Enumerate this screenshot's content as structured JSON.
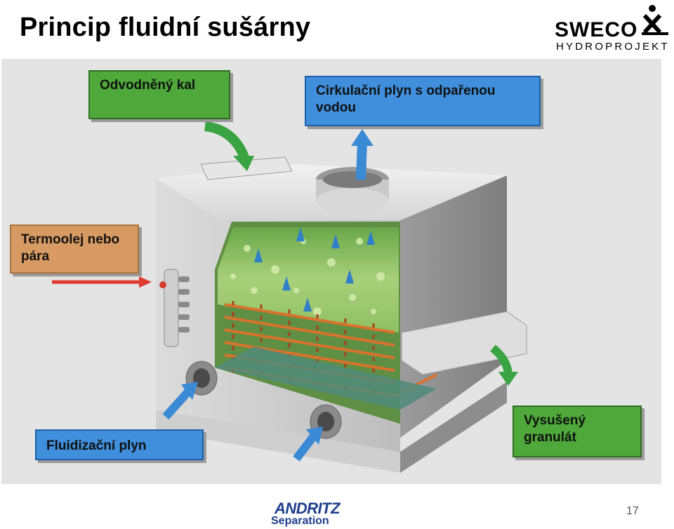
{
  "slide": {
    "title": "Princip fluidní sušárny",
    "page_number": "17"
  },
  "logos": {
    "sweco_word": "SWECO",
    "hydroprojekt_word": "HYDROPROJEKT",
    "andritz_word": "ANDRITZ",
    "separation_word": "Separation"
  },
  "diagram": {
    "labels": {
      "odvodneny_kal": "Odvodněný kal",
      "cirkulacni_plyn": "Cirkulační plyn s odpařenou vodou",
      "termoolej": "Termoolej nebo pára",
      "fluidizacni_plyn": "Fluidizační plyn",
      "vysuseny_granulat": "Vysušený granulát"
    },
    "colors": {
      "green_label": "#4ea83a",
      "blue_label": "#3f8fdc",
      "orange_label": "#d79a62",
      "heat_arrow": "#e03a2e"
    }
  }
}
